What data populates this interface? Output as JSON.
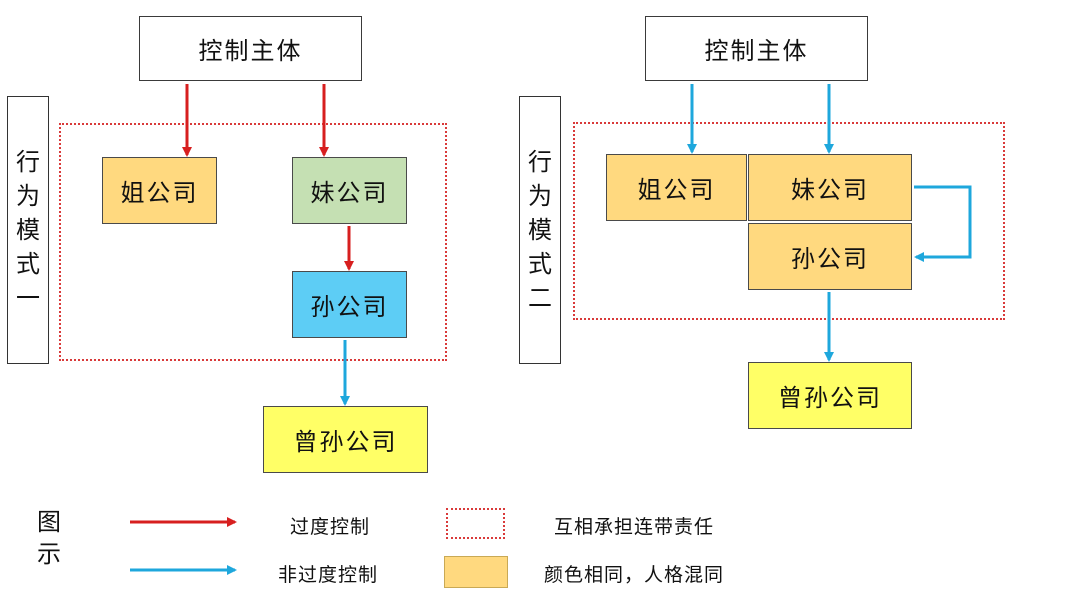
{
  "colors": {
    "excessive_control_arrow": "#d71f1f",
    "non_excessive_control_arrow": "#1ea7dc",
    "joint_liability_border": "#d93a3a",
    "confusion_fill": "#ffd97f"
  },
  "mode1": {
    "label": "行为模式一",
    "controller": "控制主体",
    "elder_sister_company": "姐公司",
    "younger_sister_company": "妹公司",
    "grandchild_company": "孙公司",
    "great_grandchild_company": "曾孙公司"
  },
  "mode2": {
    "label": "行为模式二",
    "controller": "控制主体",
    "elder_sister_company": "姐公司",
    "younger_sister_company": "妹公司",
    "grandchild_company": "孙公司",
    "great_grandchild_company": "曾孙公司"
  },
  "legend": {
    "title": "图示",
    "excessive_control": "过度控制",
    "non_excessive_control": "非过度控制",
    "joint_liability": "互相承担连带责任",
    "personality_confusion": "颜色相同，人格混同"
  }
}
